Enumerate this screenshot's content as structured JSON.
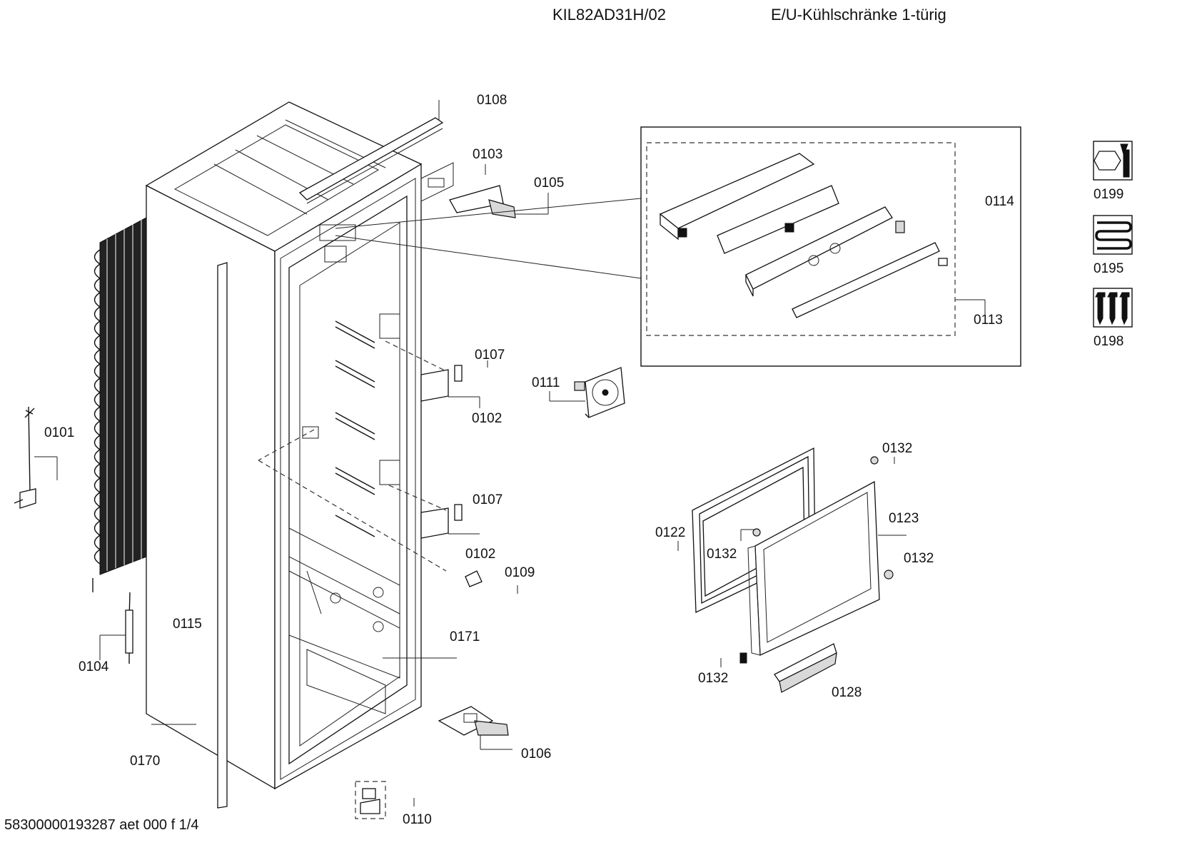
{
  "header": {
    "model": "KIL82AD31H/02",
    "description": "E/U-Kühlschränke 1-türig"
  },
  "footer": {
    "doc_id": "58300000193287 aet 000 f 1/4"
  },
  "labels": {
    "p0108": "0108",
    "p0103": "0103",
    "p0105": "0105",
    "p0114": "0114",
    "p0113": "0113",
    "p0107a": "0107",
    "p0102a": "0102",
    "p0111": "0111",
    "p0101": "0101",
    "p0107b": "0107",
    "p0102b": "0102",
    "p0109": "0109",
    "p0115": "0115",
    "p0171": "0171",
    "p0104": "0104",
    "p0170": "0170",
    "p0106": "0106",
    "p0110": "0110",
    "p0132a": "0132",
    "p0123": "0123",
    "p0122": "0122",
    "p0132b": "0132",
    "p0132c": "0132",
    "p0132d": "0132",
    "p0128": "0128",
    "p0199": "0199",
    "p0195": "0195",
    "p0198": "0198"
  },
  "icons": {
    "service_kit": "wrench-nut-icon",
    "heating": "heating-coil-icon",
    "screws": "screws-icon"
  }
}
